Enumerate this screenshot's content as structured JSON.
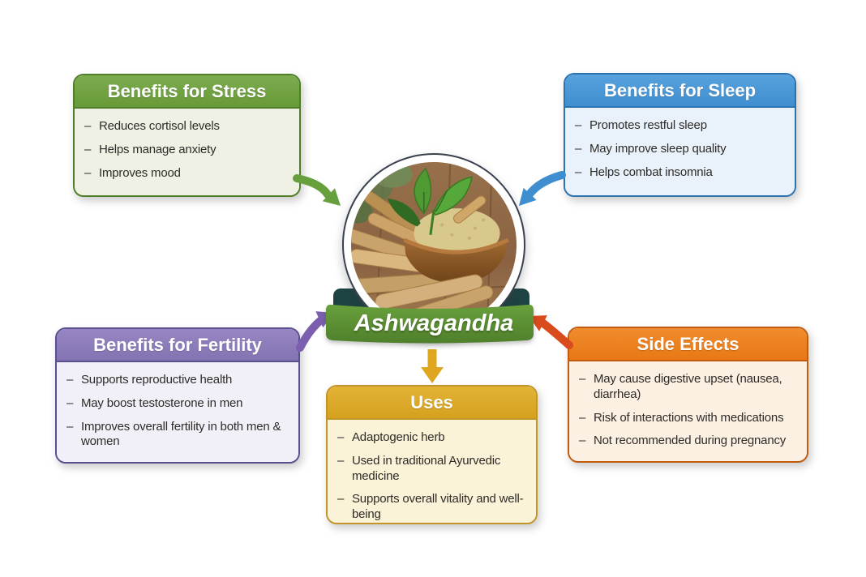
{
  "bullet": "–",
  "center": {
    "label": "Ashwagandha",
    "image": "ashwagandha-roots-leaves-and-powder-bowl-photo"
  },
  "boxes": {
    "stress": {
      "title": "Benefits for Stress",
      "items": [
        "Reduces cortisol levels",
        "Helps manage anxiety",
        "Improves mood"
      ]
    },
    "sleep": {
      "title": "Benefits for Sleep",
      "items": [
        "Promotes restful sleep",
        "May improve sleep quality",
        "Helps combat insomnia"
      ]
    },
    "fertility": {
      "title": "Benefits for Fertility",
      "items": [
        "Supports reproductive health",
        "May boost testosterone in men",
        "Improves overall fertility in both men & women"
      ]
    },
    "side_effects": {
      "title": "Side Effects",
      "items": [
        "May cause digestive upset (nausea, diarrhea)",
        "Risk of interactions with medications",
        "Not recommended during pregnancy"
      ]
    },
    "uses": {
      "title": "Uses",
      "items": [
        "Adaptogenic herb",
        "Used in traditional Ayurvedic medicine",
        "Supports overall vitality and well-being"
      ]
    }
  },
  "colors": {
    "stress_accent": "#679a38",
    "sleep_accent": "#3f8ed0",
    "fertility_accent": "#8373b2",
    "side_effects_accent": "#e87815",
    "uses_accent": "#d5a11f",
    "banner_green": "#5d9134",
    "banner_back_dark": "#1d4342",
    "arrow_green": "#65a03c",
    "arrow_blue": "#3e8ed0",
    "arrow_purple": "#7b5fae",
    "arrow_red": "#d94a1c",
    "arrow_gold": "#dfa71f"
  }
}
